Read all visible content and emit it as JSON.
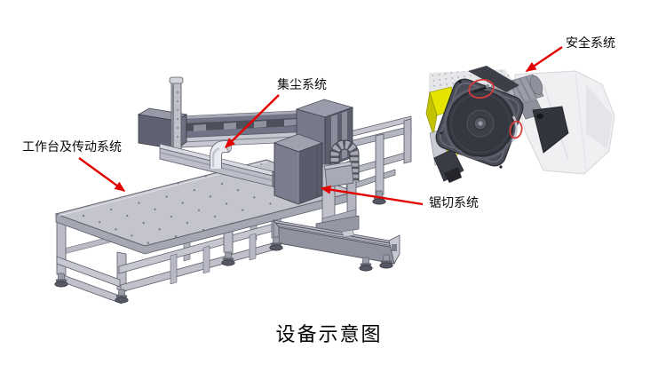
{
  "caption": "设备示意图",
  "labels": {
    "worktable": {
      "text": "工作台及传动系统"
    },
    "dust": {
      "text": "集尘系统"
    },
    "safety": {
      "text": "安全系统"
    },
    "saw": {
      "text": "锯切系统"
    }
  },
  "colors": {
    "arrow_red": "#e30000",
    "highlight_ellipse_red": "#d43c3c",
    "frame_light": "#c6c7d1",
    "frame_mid": "#9b9dab",
    "frame_dark": "#5e6070",
    "table_surface": "#c3c4cc",
    "inset_housing_dark": "#4a4d58",
    "inset_yellow": "#dddd00",
    "text": "#0a0a0a"
  }
}
